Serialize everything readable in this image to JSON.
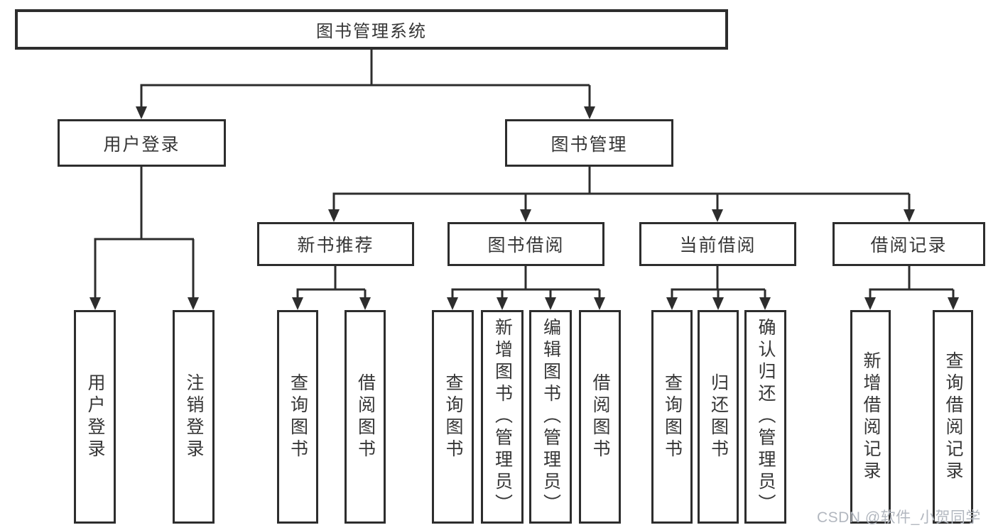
{
  "colors": {
    "line": "#2d2d2d",
    "box_border": "#2d2d2d",
    "text": "#363636",
    "background": "#ffffff",
    "watermark": "#b2b7bf"
  },
  "tree": {
    "root": "图书管理系统",
    "children": [
      {
        "label": "用户登录",
        "children": [
          {
            "label": "用户登录"
          },
          {
            "label": "注销登录"
          }
        ]
      },
      {
        "label": "图书管理",
        "children": [
          {
            "label": "新书推荐",
            "children": [
              {
                "label": "查询图书"
              },
              {
                "label": "借阅图书"
              }
            ]
          },
          {
            "label": "图书借阅",
            "children": [
              {
                "label": "查询图书"
              },
              {
                "label": "新增图书（管理员）"
              },
              {
                "label": "编辑图书（管理员）"
              },
              {
                "label": "借阅图书"
              }
            ]
          },
          {
            "label": "当前借阅",
            "children": [
              {
                "label": "查询图书"
              },
              {
                "label": "归还图书"
              },
              {
                "label": "确认归还（管理员）"
              }
            ]
          },
          {
            "label": "借阅记录",
            "children": [
              {
                "label": "新增借阅记录"
              },
              {
                "label": "查询借阅记录"
              }
            ]
          }
        ]
      }
    ]
  },
  "watermark": {
    "text": "CSDN @软件_小贺同学"
  }
}
